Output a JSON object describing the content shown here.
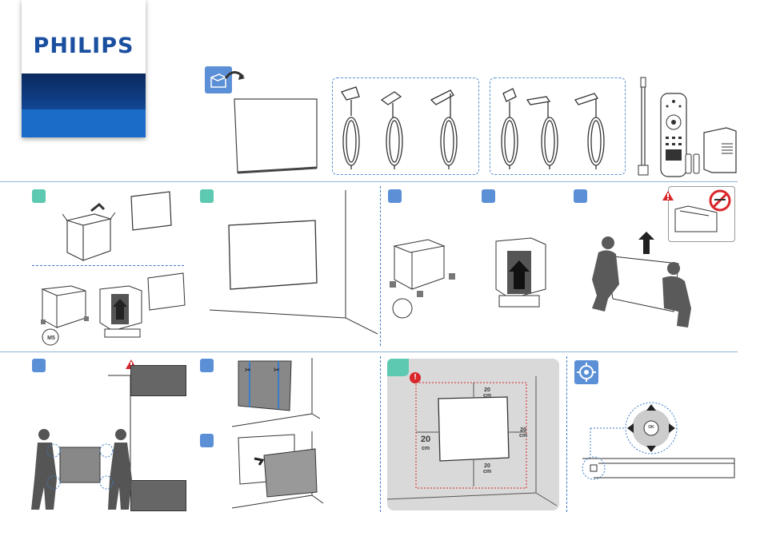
{
  "brand": {
    "name": "PHILIPS"
  },
  "colors": {
    "brand_blue": "#1a4fa0",
    "step_teal": "#5cc9b0",
    "step_blue": "#5b8fd6",
    "divider": "#8fb2d6",
    "warning": "#d9262b"
  },
  "clearance": {
    "top": "20",
    "top_unit": "cm",
    "left": "20",
    "left_unit": "cm",
    "right": "20",
    "right_unit": "cm",
    "bottom": "20",
    "bottom_unit": "cm"
  },
  "remote_center_label": "OK",
  "screw_label": "M5",
  "icons": {
    "unbox": "box-open-icon",
    "warning": "warning-icon",
    "no_cutter": "no-cutter-icon",
    "joystick": "joystick-icon",
    "cutter": "cutter-icon"
  }
}
